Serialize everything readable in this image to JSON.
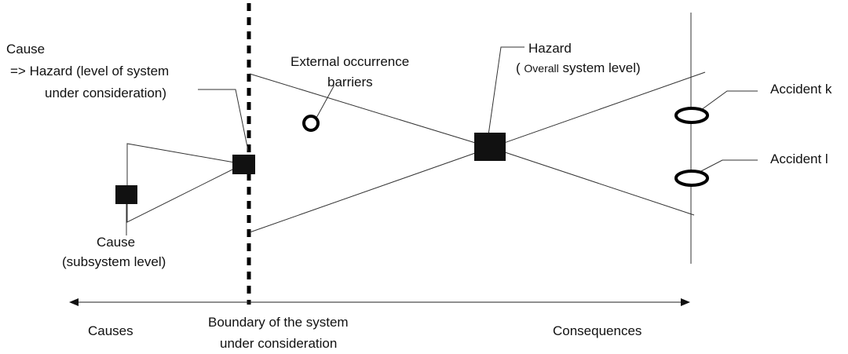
{
  "labels": {
    "cause_hazard_line1": "Cause",
    "cause_hazard_line2": "=>  Hazard (level of system",
    "cause_hazard_line3": "under consideration)",
    "external_line1": "External occurrence",
    "external_line2": "barriers",
    "hazard_overall_line1": "Hazard",
    "hazard_overall_line2_open": "( ",
    "hazard_overall_line2_small": "Overall",
    "hazard_overall_line2_rest": " system level)",
    "accident_k": "Accident k",
    "accident_l": "Accident l",
    "cause_sub_line1": "Cause",
    "cause_sub_line2": "(subsystem level)",
    "causes": "Causes",
    "boundary_line1": "Boundary of the system",
    "boundary_line2": "under consideration",
    "consequences": "Consequences"
  }
}
